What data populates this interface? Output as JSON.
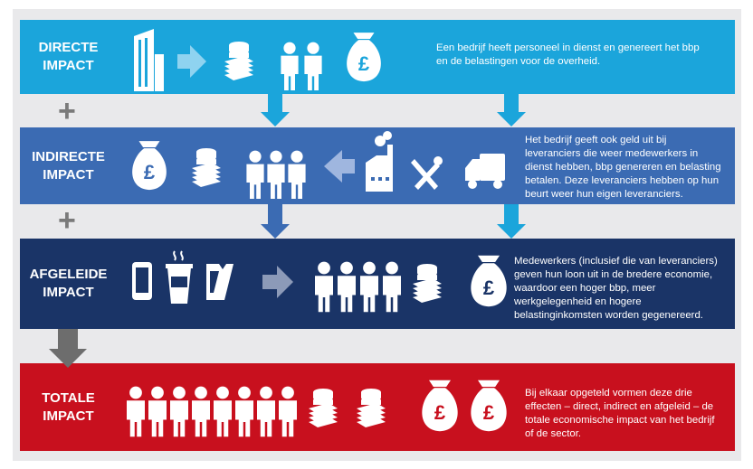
{
  "colors": {
    "direct": "#1ba5db",
    "indirect": "#3b6bb3",
    "derived": "#1a3467",
    "total": "#c8101e",
    "gray_arrow": "#6d6d6d",
    "plus": "#7a7a7a"
  },
  "rows": [
    {
      "label_line1": "DIRECTE",
      "label_line2": "IMPACT",
      "icons": [
        "office-building-icon",
        "arrow-right-icon",
        "coin-stack-icon",
        "person-icon",
        "person-icon",
        "money-bag-icon"
      ],
      "description": "Een bedrijf heeft personeel in dienst en genereert het bbp en de belastingen voor de overheid."
    },
    {
      "label_line1": "INDIRECTE",
      "label_line2": "IMPACT",
      "icons": [
        "money-bag-icon",
        "coin-stack-icon",
        "person-icon",
        "person-icon",
        "person-icon",
        "arrow-left-icon",
        "factory-icon",
        "tools-icon",
        "truck-icon"
      ],
      "description": "Het bedrijf geeft ook geld uit bij leveranciers die weer medewerkers in dienst hebben, bbp genereren en belasting betalen. Deze leveranciers hebben op hun beurt weer hun eigen leveranciers."
    },
    {
      "label_line1": "AFGELEIDE",
      "label_line2": "IMPACT",
      "icons": [
        "smartphone-icon",
        "coffee-cup-icon",
        "ticket-icon",
        "arrow-right-icon",
        "person-icon",
        "person-icon",
        "person-icon",
        "person-icon",
        "coin-stack-icon",
        "money-bag-icon"
      ],
      "description": "Medewerkers (inclusief die van leveranciers) geven hun loon uit in de bredere economie, waardoor een hoger bbp, meer werkgelegenheid en hogere belastinginkomsten worden gegenereerd."
    },
    {
      "label_line1": "TOTALE",
      "label_line2": "IMPACT",
      "icons": [
        "person-icon",
        "person-icon",
        "person-icon",
        "person-icon",
        "person-icon",
        "person-icon",
        "person-icon",
        "person-icon",
        "coin-stack-icon",
        "coin-stack-icon",
        "money-bag-icon",
        "money-bag-icon"
      ],
      "description": "Bij elkaar opgeteld vormen deze drie effecten – direct, indirect en afgeleid – de totale economische impact van het bedrijf of de sector."
    }
  ],
  "plus_sign": "+"
}
